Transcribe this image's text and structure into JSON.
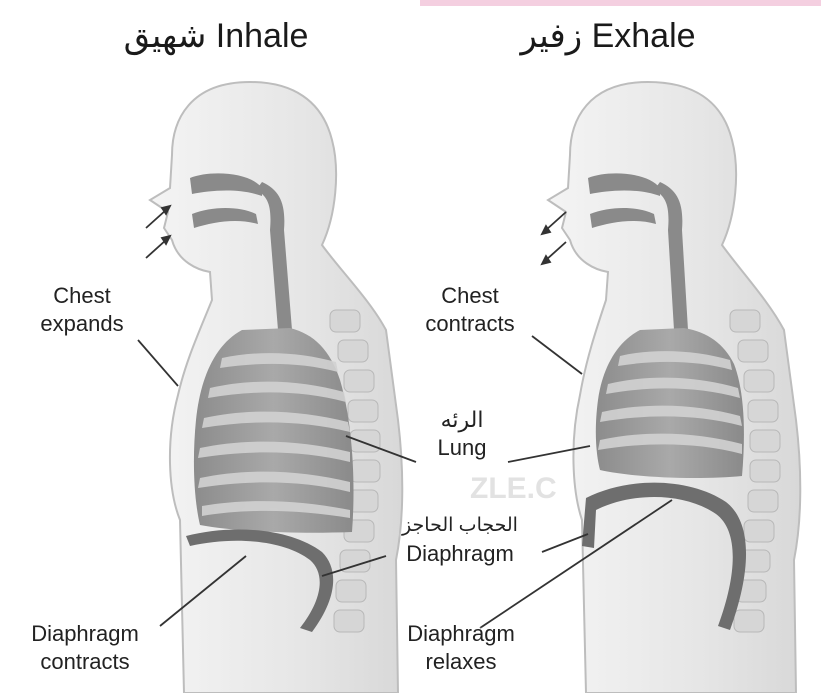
{
  "colors": {
    "body_fill": "#e9e9e9",
    "body_stroke": "#bdbdbd",
    "lung_fill": "#9a9a9a",
    "rib_fill": "#cfcfcf",
    "airway_fill": "#8a8a8a",
    "diaphragm_fill": "#6f6f6f",
    "text": "#222222",
    "accent_bar": "#f4cfe0"
  },
  "inhale": {
    "title_en": "Inhale",
    "title_ar": "شهيق",
    "chest_line1": "Chest",
    "chest_line2": "expands",
    "diaphragm_line1": "Diaphragm",
    "diaphragm_line2": "contracts"
  },
  "exhale": {
    "title_en": "Exhale",
    "title_ar": "زفير",
    "chest_line1": "Chest",
    "chest_line2": "contracts",
    "diaphragm_line1": "Diaphragm",
    "diaphragm_line2": "relaxes"
  },
  "center": {
    "lung_ar": "الرئه",
    "lung_en": "Lung",
    "diaphragm_ar": "الحجاب الحاجز",
    "diaphragm_en": "Diaphragm"
  },
  "watermark": "ZLE.C"
}
